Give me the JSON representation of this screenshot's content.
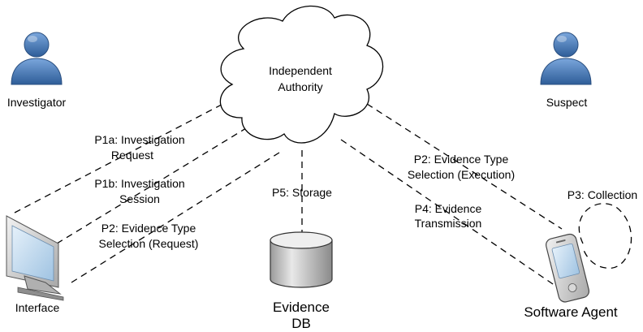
{
  "nodes": {
    "authority": {
      "line1": "Independent",
      "line2": "Authority"
    },
    "investigator": {
      "label": "Investigator"
    },
    "suspect": {
      "label": "Suspect"
    },
    "interface": {
      "label": "Interface"
    },
    "evidence_db": {
      "line1": "Evidence",
      "line2": "DB"
    },
    "software_agent": {
      "label": "Software Agent"
    }
  },
  "edges": {
    "p1a": {
      "line1": "P1a: Investigation",
      "line2": "Request"
    },
    "p1b": {
      "line1": "P1b: Investigation",
      "line2": "Session"
    },
    "p2_request": {
      "line1": "P2: Evidence Type",
      "line2": "Selection (Request)"
    },
    "p5": {
      "label": "P5: Storage"
    },
    "p2_execution": {
      "line1": "P2: Evidence Type",
      "line2": "Selection (Execution)"
    },
    "p4": {
      "line1": "P4: Evidence",
      "line2": "Transmission"
    },
    "p3": {
      "label": "P3: Collection"
    }
  },
  "icons": {
    "investigator": "person-icon",
    "suspect": "person-icon",
    "interface": "computer-monitor-icon",
    "evidence_db": "database-cylinder-icon",
    "software_agent": "mobile-phone-icon",
    "authority": "cloud-icon"
  },
  "colors": {
    "person_blue": "#4a7ec0",
    "person_dark": "#2e5d98",
    "device_gray": "#c8c8c8",
    "screen_blue": "#bcd8ee"
  }
}
